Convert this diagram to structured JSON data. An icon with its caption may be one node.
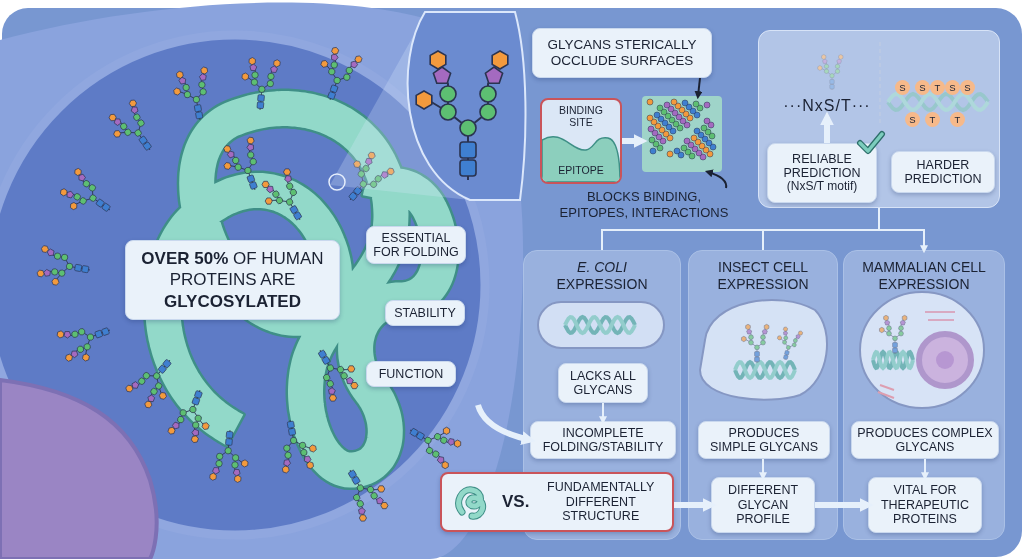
{
  "diagram": {
    "nodes": [
      {
        "text": [
          "**OVER 50%** OF HUMAN PROTEINS ARE **GLYCOSYLATED**"
        ]
      },
      {
        "text": [
          "ESSENTIAL FOR FOLDING"
        ]
      },
      {
        "text": [
          "STABILITY"
        ]
      },
      {
        "text": [
          "FUNCTION"
        ]
      },
      {
        "text": [
          "GLYCANS STERICALLY OCCLUDE SURFACES"
        ]
      },
      {
        "text": [
          "BINDING SITE",
          "EPITOPE"
        ]
      },
      {
        "text": [],
        "shape": "picture"
      },
      {
        "text": [
          "BLOCKS BINDING, EPITOPES, INTERACTIONS"
        ]
      },
      {
        "text": [],
        "shape": "box"
      },
      {
        "text": [
          "···NxS/T···"
        ],
        "in": 8
      },
      {
        "text": [
          "RELIABLE PREDICTION",
          "(NxS/T motif)"
        ],
        "in": 8
      },
      {
        "text": [
          "HARDER PREDICTION"
        ],
        "in": 8
      },
      {
        "text": [
          "*E. COLI* EXPRESSION"
        ]
      },
      {
        "text": [
          "LACKS ALL GLYCANS"
        ],
        "in": 12
      },
      {
        "text": [
          "INCOMPLETE FOLDING/STABILITY"
        ],
        "in": 12
      },
      {
        "text": [
          "INSECT CELL EXPRESSION"
        ]
      },
      {
        "text": [
          "PRODUCES SIMPLE GLYCANS"
        ],
        "in": 15
      },
      {
        "text": [
          "DIFFERENT GLYCAN PROFILE"
        ],
        "in": 15
      },
      {
        "text": [
          "MAMMALIAN CELL EXPRESSION"
        ]
      },
      {
        "text": [
          "PRODUCES COMPLEX GLYCANS"
        ],
        "in": 18
      },
      {
        "text": [
          "VITAL FOR THERAPEUTIC PROTEINS"
        ],
        "in": 18
      },
      {
        "text": [
          "VS.",
          "FUNDAMENTALLY DIFFERENT STRUCTURE"
        ]
      }
    ],
    "edges": [
      {
        "from": 5,
        "to": 6,
        "arrow": "to",
        "style": "thick"
      },
      {
        "from": 4,
        "to": 6,
        "arrow": "to",
        "color": "#1b2233"
      },
      {
        "from": 7,
        "to": 6,
        "arrow": "to",
        "color": "#1b2233"
      },
      {
        "from": 10,
        "to": 9,
        "arrow": "to",
        "style": "thick"
      },
      {
        "from": 8,
        "to": 12,
        "arrow": "none"
      },
      {
        "from": 8,
        "to": 15,
        "arrow": "none"
      },
      {
        "from": 8,
        "to": 18,
        "arrow": "to"
      },
      {
        "from": 13,
        "to": 14,
        "arrow": "to"
      },
      {
        "from": 16,
        "to": 17,
        "arrow": "to"
      },
      {
        "from": 19,
        "to": 20,
        "arrow": "to"
      },
      {
        "from": null,
        "to": 14,
        "arrow": "to",
        "style": "thick"
      },
      {
        "from": 21,
        "to": 17,
        "arrow": "to",
        "style": "thick"
      },
      {
        "from": 17,
        "to": 20,
        "arrow": "to",
        "style": "thick"
      }
    ],
    "labels": [
      "S",
      "S",
      "T",
      "S",
      "S",
      "S",
      "T",
      "T"
    ]
  }
}
